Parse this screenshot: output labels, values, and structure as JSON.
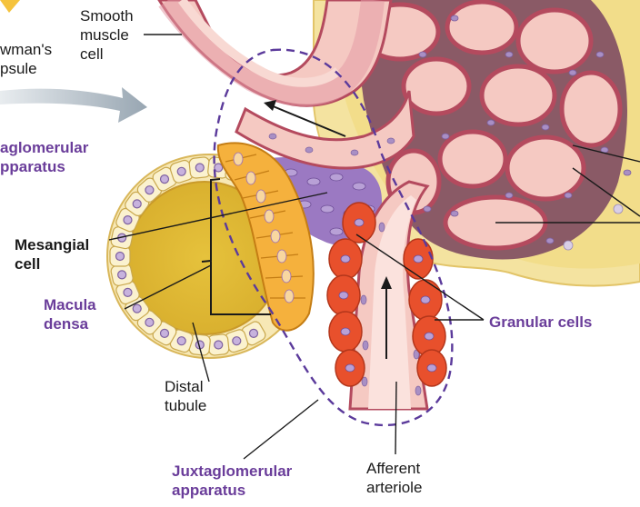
{
  "labels": {
    "smooth_muscle_cell": "Smooth\nmuscle\ncell",
    "bowmans_capsule": "wman's\npsule",
    "juxtaglomerular_top": "aglomerular\npparatus",
    "mesangial_cell": "Mesangial\ncell",
    "macula_densa": "Macula\ndensa",
    "distal_tubule": "Distal\ntubule",
    "juxtaglomerular_bottom": "Juxtaglomerular\napparatus",
    "afferent_arteriole": "Afferent\narteriole",
    "granular_cells": "Granular cells"
  },
  "colors": {
    "capsule_yellow": "#f2dd8a",
    "capillary_pink": "#f5c9c2",
    "capillary_wall": "#b44a5e",
    "glomerulus_dark": "#8a5a66",
    "granular_red": "#e8502c",
    "macula_orange": "#f5b13d",
    "mesangial_purple": "#9b79c2",
    "label_purple": "#6a3d9a",
    "dashed_outline": "#5b3a9b",
    "arrow_gray": "#a6b2bc"
  }
}
